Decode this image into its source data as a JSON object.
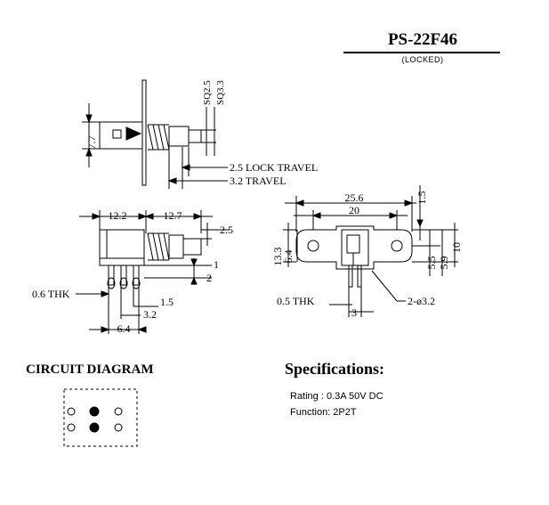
{
  "header": {
    "part_number": "PS-22F46",
    "variant": "(LOCKED)"
  },
  "side_view": {
    "height": "7.7",
    "sq1": "SQ2.5",
    "sq2": "SQ3.3",
    "lock_travel": "2.5 LOCK TRAVEL",
    "travel": "3.2 TRAVEL"
  },
  "front_view": {
    "body_len": "12.2",
    "plunger_len": "12.7",
    "plunger_h": "2.5",
    "dim_1": "1",
    "dim_2": "2",
    "terminal_thk": "0.6 THK",
    "dim_1_5": "1.5",
    "dim_3_2": "3.2",
    "pitch": "6.4"
  },
  "bracket_view": {
    "width": "25.6",
    "hole_pitch": "20",
    "top_gap": "1.5",
    "height": "13.3",
    "inner_h": "6.4",
    "h_5_5": "5.5",
    "h_5_9": "5.9",
    "h_10": "10",
    "plate_thk": "0.5 THK",
    "dim_3": "3",
    "holes": "2-ø3.2"
  },
  "circuit": {
    "title": "CIRCUIT DIAGRAM"
  },
  "specs": {
    "title": "Specifications:",
    "rating": "Rating : 0.3A 50V DC",
    "function": "Function: 2P2T"
  }
}
